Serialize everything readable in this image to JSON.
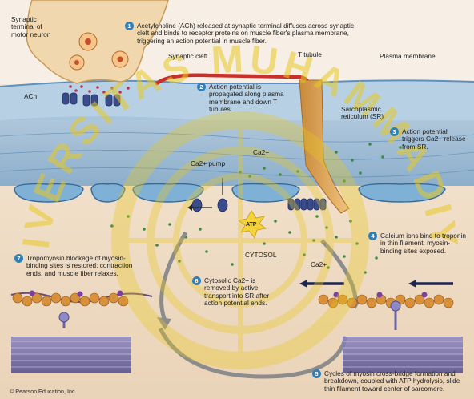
{
  "labels": {
    "synaptic_terminal": "Synaptic terminal of motor neuron",
    "synaptic_cleft": "Synaptic cleft",
    "t_tubule": "T tubule",
    "plasma_membrane": "Plasma membrane",
    "ach": "ACh",
    "sarcoplasmic_reticulum": "Sarcoplasmic reticulum (SR)",
    "ca2_pump": "Ca2+ pump",
    "ca2_a": "Ca2+",
    "ca2_b": "Ca2+",
    "atp": "ATP",
    "cytosol": "CYTOSOL"
  },
  "steps": [
    {
      "num": "1",
      "text": "Acetylcholine (ACh) released at synaptic terminal diffuses across synaptic cleft and binds to receptor proteins on muscle fiber's plasma membrane, triggering an action potential in muscle fiber."
    },
    {
      "num": "2",
      "text": "Action potential is propagated along plasma membrane and down T tubules."
    },
    {
      "num": "3",
      "text": "Action potential triggers Ca2+ release from SR."
    },
    {
      "num": "4",
      "text": "Calcium ions bind to troponin in thin filament; myosin-binding sites exposed."
    },
    {
      "num": "5",
      "text": "Cycles of myosin cross-bridge formation and breakdown, coupled with ATP hydrolysis, slide thin filament toward center of sarcomere."
    },
    {
      "num": "6",
      "text": "Cytosolic Ca2+ is removed by active transport into SR after action potential ends."
    },
    {
      "num": "7",
      "text": "Tropomyosin blockage of myosin-binding sites is restored; contraction ends, and muscle fiber relaxes."
    }
  ],
  "credit": "© Pearson Education, Inc.",
  "watermark": {
    "text": "UNIVERSITAS MUHAMMADIYAH"
  },
  "colors": {
    "background": "#f4e6d4",
    "membrane": "#a9c7de",
    "sr": "#6b9cc7",
    "neuron": "#f1d7ad",
    "action_potential": "#c8312b",
    "step_badge": "#2f7fb8",
    "ca_ions": "#3d8b3d",
    "thick_filament": "#6a64a8",
    "watermark": "#e8c820"
  }
}
